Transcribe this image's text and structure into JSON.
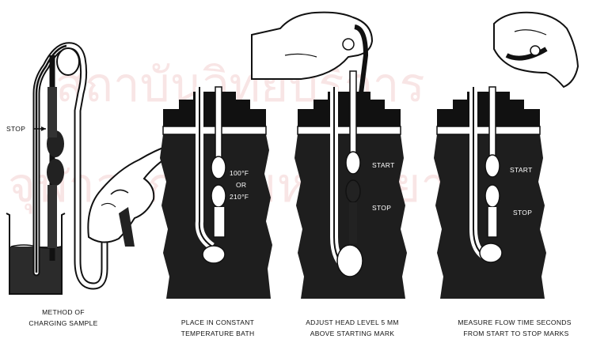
{
  "watermark": {
    "line1": "สถาบันวิทยบริการ",
    "line2": "จุฬาลงกรณ์มหาวิทยาลัย"
  },
  "panels": [
    {
      "name": "charging",
      "labels": {
        "stop": "STOP"
      },
      "caption": [
        "METHOD OF",
        "CHARGING SAMPLE"
      ]
    },
    {
      "name": "bath",
      "labels": {
        "temp_a": "100°F",
        "or": "OR",
        "temp_b": "210°F"
      },
      "caption": [
        "PLACE IN CONSTANT",
        "TEMPERATURE BATH"
      ]
    },
    {
      "name": "adjust",
      "labels": {
        "start": "START",
        "stop": "STOP"
      },
      "caption": [
        "ADJUST HEAD LEVEL 5 MM",
        "ABOVE STARTING MARK"
      ]
    },
    {
      "name": "measure",
      "labels": {
        "start": "START",
        "stop": "STOP"
      },
      "caption": [
        "MEASURE FLOW TIME SECONDS",
        "FROM START TO STOP MARKS"
      ]
    }
  ]
}
